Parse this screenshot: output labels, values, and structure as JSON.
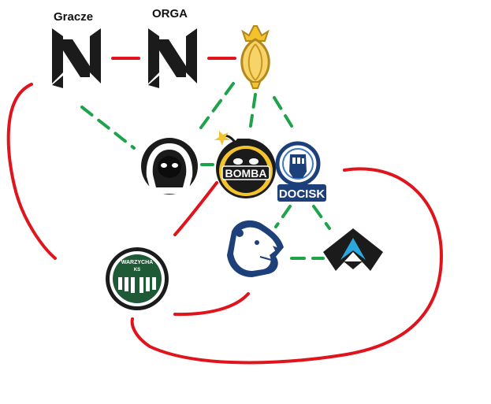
{
  "labels": {
    "gracze": "Gracze",
    "orga": "ORGA"
  },
  "logos": {
    "bomba": "BOMBA",
    "docisk": "DOCISK",
    "warzycha": "WARZYCHA",
    "warzycha_sub": "KS"
  },
  "colors": {
    "red_link": "#e0141c",
    "green_link": "#1ea34a",
    "dark": "#1b1b1b",
    "gold": "#f2c230",
    "navy": "#1d3f7a",
    "forest": "#1e5a36",
    "teal": "#2aa9e0"
  },
  "nodes": [
    {
      "id": "gracze",
      "icon": "nexus-n-logo-icon"
    },
    {
      "id": "orga",
      "icon": "nexus-n-logo-icon"
    },
    {
      "id": "onion",
      "icon": "golden-onion-crown-icon"
    },
    {
      "id": "hood",
      "icon": "hooded-figure-icon"
    },
    {
      "id": "bomba",
      "icon": "bomb-icon"
    },
    {
      "id": "docisk",
      "icon": "raised-fist-icon"
    },
    {
      "id": "bear",
      "icon": "polar-bear-icon"
    },
    {
      "id": "anubis",
      "icon": "stylized-a-logo-icon"
    },
    {
      "id": "warzycha",
      "icon": "warzycha-badge-icon"
    }
  ]
}
